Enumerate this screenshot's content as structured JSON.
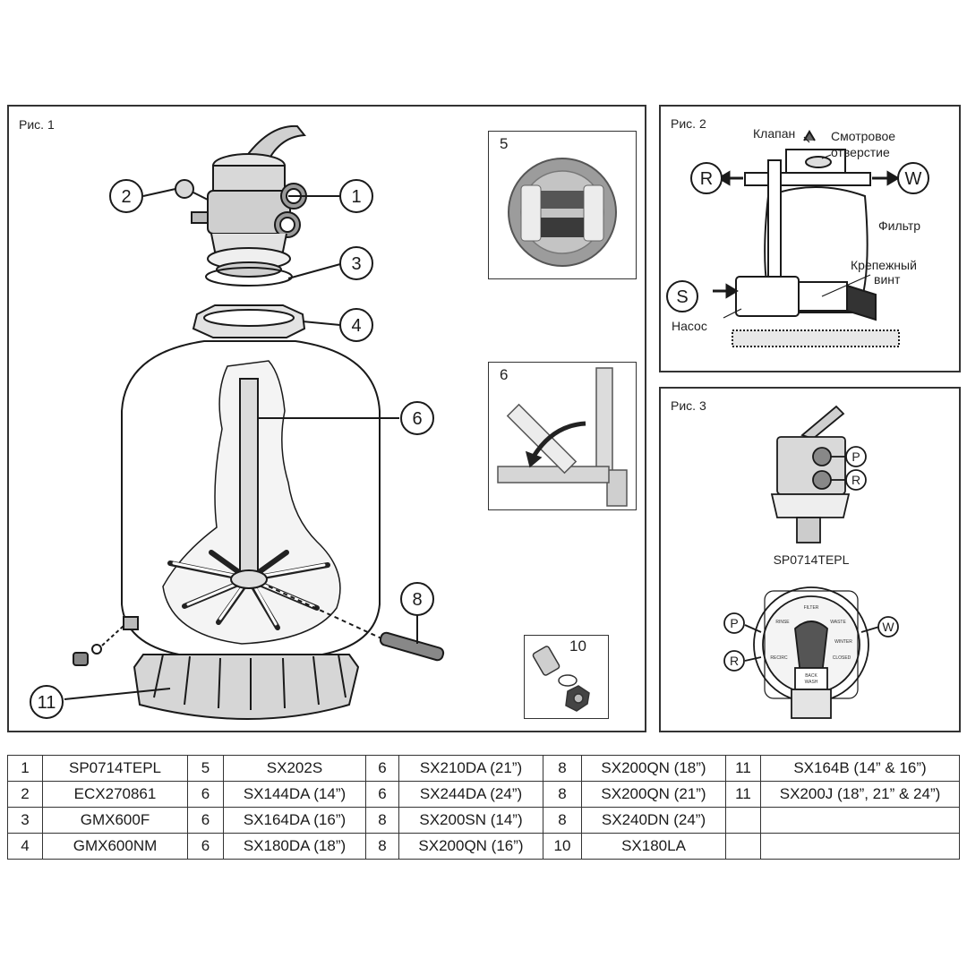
{
  "figures": {
    "fig1": {
      "label": "Рис. 1",
      "callouts": [
        "1",
        "2",
        "3",
        "4",
        "6",
        "8",
        "11"
      ],
      "insets": {
        "inset5": "5",
        "inset6": "6",
        "inset10": "10"
      }
    },
    "fig2": {
      "label": "Рис. 2",
      "labels": {
        "valve": "Клапан",
        "sight_glass_1": "Смотровое",
        "sight_glass_2": "отверстие",
        "filter": "Фильтр",
        "screw_1": "Крепежный",
        "screw_2": "винт",
        "pump": "Насос"
      },
      "ports": {
        "r": "R",
        "w": "W",
        "s": "S"
      }
    },
    "fig3": {
      "label": "Рис. 3",
      "model": "SP0714TEPL",
      "ports": {
        "p": "P",
        "r": "R",
        "w": "W"
      },
      "dial_labels": {
        "filter": "FILTER",
        "rinse": "RINSE",
        "waste": "WASTE",
        "winter": "WINTER",
        "recirc": "RECIRC",
        "closed": "CLOSED",
        "backwash_1": "BACK",
        "backwash_2": "WASH"
      }
    }
  },
  "parts_table": {
    "rows": [
      [
        "1",
        "SP0714TEPL",
        "5",
        "SX202S",
        "6",
        "SX210DA (21”)",
        "8",
        "SX200QN (18”)",
        "11",
        "SX164B (14” & 16”)"
      ],
      [
        "2",
        "ECX270861",
        "6",
        "SX144DA (14”)",
        "6",
        "SX244DA (24”)",
        "8",
        "SX200QN (21”)",
        "11",
        "SX200J (18”, 21” & 24”)"
      ],
      [
        "3",
        "GMX600F",
        "6",
        "SX164DA (16”)",
        "8",
        "SX200SN (14”)",
        "8",
        "SX240DN (24”)",
        "",
        ""
      ],
      [
        "4",
        "GMX600NM",
        "6",
        "SX180DA (18”)",
        "8",
        "SX200QN (16”)",
        "10",
        "SX180LA",
        "",
        ""
      ]
    ]
  }
}
